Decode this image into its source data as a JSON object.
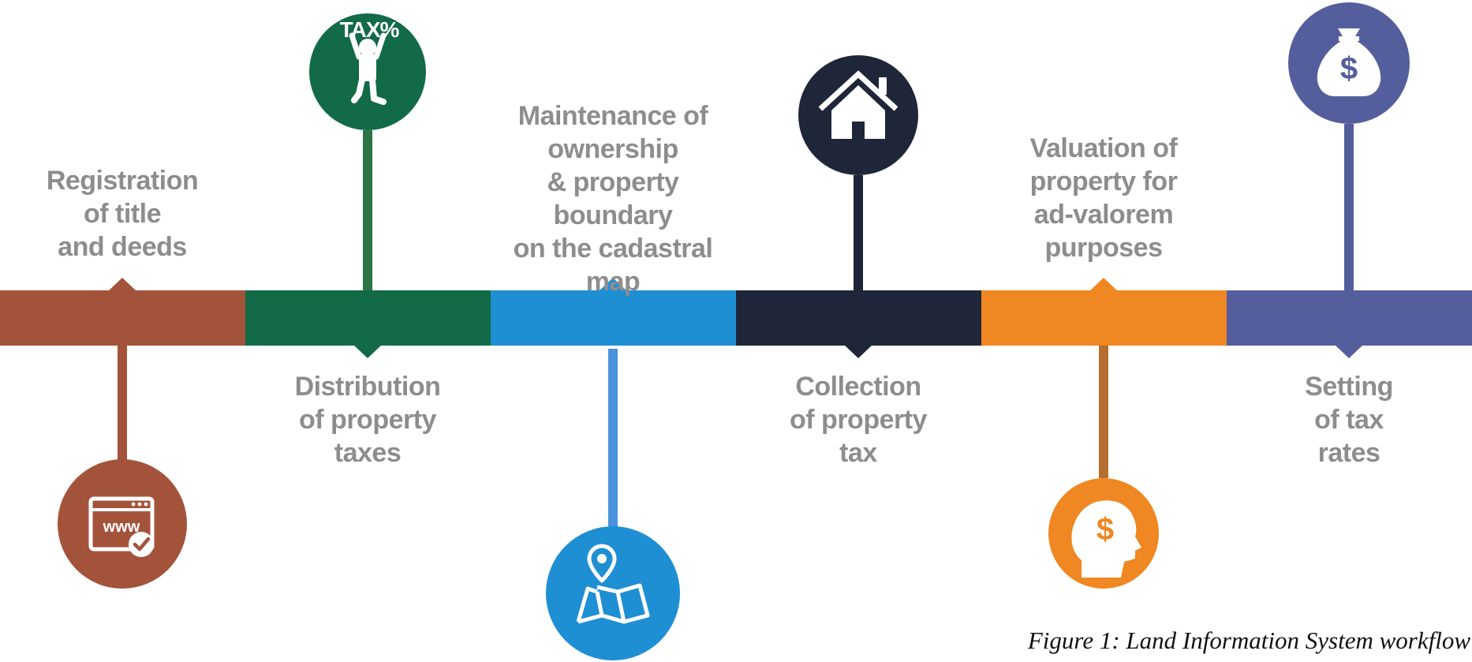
{
  "figure": {
    "caption": "Figure 1: Land Information System workflow"
  },
  "steps": [
    {
      "label": "Registration\nof title\nand deeds",
      "color": "#a4533b",
      "icon": "www-browser-check-icon"
    },
    {
      "label": "Distribution\nof property\ntaxes",
      "color": "#126a47",
      "icon": "tax-percent-person-icon",
      "icon_text": "TAX%"
    },
    {
      "label": "Maintenance of\nownership\n& property boundary\non the cadastral\nmap",
      "color": "#1f8fd4",
      "icon": "map-pin-icon"
    },
    {
      "label": "Collection\nof property\ntax",
      "color": "#1f2639",
      "icon": "house-icon"
    },
    {
      "label": "Valuation of\nproperty for\nad-valorem\npurposes",
      "color": "#ef8722",
      "icon": "head-dollar-icon",
      "icon_text": "$"
    },
    {
      "label": "Setting\nof tax\nrates",
      "color": "#555e9d",
      "icon": "money-bag-icon",
      "icon_text": "$"
    }
  ]
}
